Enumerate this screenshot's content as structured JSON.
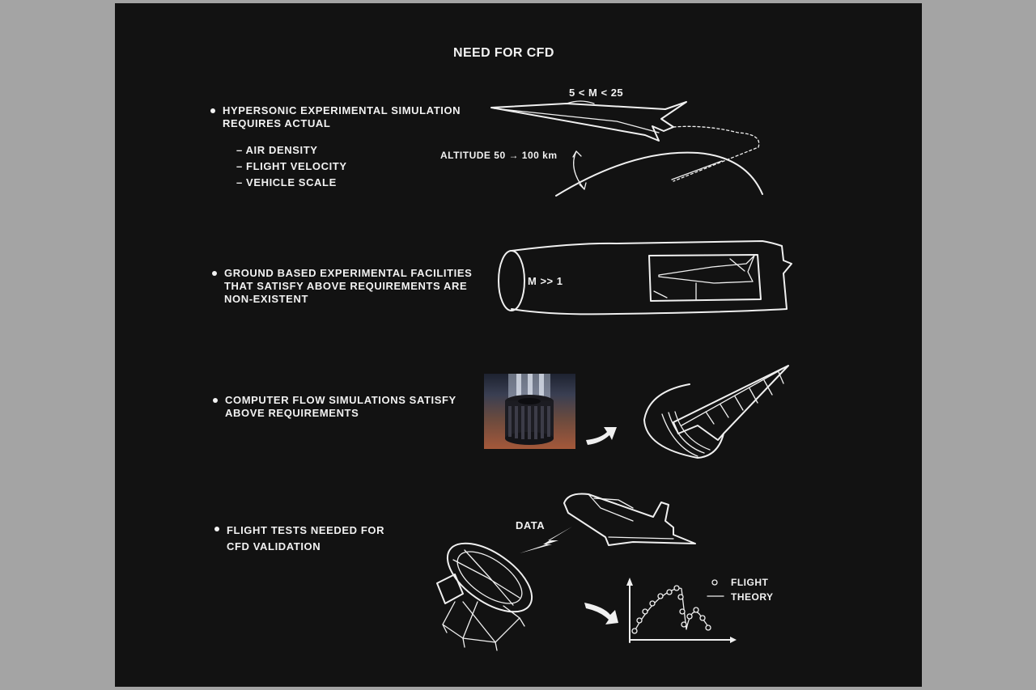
{
  "title": "NEED FOR CFD",
  "section1": {
    "bullet_lines": [
      "HYPERSONIC EXPERIMENTAL SIMULATION",
      "REQUIRES ACTUAL"
    ],
    "sub_items": [
      "– AIR DENSITY",
      "– FLIGHT VELOCITY",
      "– VEHICLE SCALE"
    ],
    "mach_label": "5 < M < 25",
    "altitude_label": "ALTITUDE 50 → 100 km"
  },
  "section2": {
    "bullet_lines": [
      "GROUND BASED EXPERIMENTAL FACILITIES",
      "THAT SATISFY ABOVE REQUIREMENTS ARE",
      "NON-EXISTENT"
    ],
    "mach_label": "M >> 1"
  },
  "section3": {
    "bullet_lines": [
      "COMPUTER FLOW SIMULATIONS SATISFY",
      "ABOVE REQUIREMENTS"
    ]
  },
  "section4": {
    "bullet_lines": [
      "FLIGHT TESTS NEEDED FOR",
      "CFD VALIDATION"
    ],
    "data_label": "DATA",
    "legend": {
      "flight": "FLIGHT",
      "theory": "THEORY"
    }
  },
  "colors": {
    "background": "#121212",
    "ink": "#f0f0f0",
    "frame": "#a4a4a4"
  },
  "icons": [
    "hypersonic-aircraft-icon",
    "wind-tunnel-icon",
    "supercomputer-photo",
    "flow-field-icon",
    "space-shuttle-icon",
    "radar-dish-icon",
    "lightning-icon",
    "arrow-icon",
    "validation-plot-icon"
  ]
}
